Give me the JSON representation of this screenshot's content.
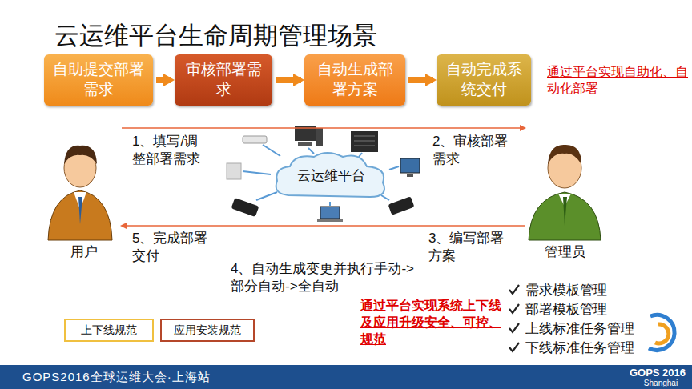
{
  "diagram": {
    "title": "云运维平台生命周期管理场景",
    "nodes": [
      {
        "text": [
          "自助提交部署需求"
        ]
      },
      {
        "text": [
          "审核部署需求"
        ]
      },
      {
        "text": [
          "自动生成部署方案"
        ]
      },
      {
        "text": [
          "自动完成系统交付"
        ]
      },
      {
        "text": [
          "云运维平台"
        ]
      },
      {
        "text": [
          "用户"
        ]
      },
      {
        "text": [
          "管理员"
        ]
      },
      {
        "text": [
          "上下线规范"
        ]
      },
      {
        "text": [
          "应用安装规范"
        ]
      },
      {
        "text": [
          "GOPS2016全球运维大会·上海站"
        ]
      }
    ],
    "edges": [
      {
        "from": 0,
        "to": 1,
        "arrow": "to"
      },
      {
        "from": 1,
        "to": 2,
        "arrow": "to"
      },
      {
        "from": 2,
        "to": 3,
        "arrow": "to"
      },
      {
        "from": 5,
        "to": 6,
        "label": "1、填写/调整部署需求",
        "arrow": "to"
      },
      {
        "from": 6,
        "to": 5,
        "label": "5、完成部署交付",
        "arrow": "to"
      }
    ],
    "labels": [
      "通过平台实现自助化、自动化部署",
      "2、审核部署需求",
      "3、编写部署方案",
      "4、自动生成变更并执行手动->部分自动->全自动",
      "需求模板管理",
      "部署模板管理",
      "上线标准任务管理",
      "下线标准任务管理",
      "通过平台实现系统上下线及应用升级安全、可控、规范",
      "GOPS 2016",
      "Shanghai"
    ]
  }
}
